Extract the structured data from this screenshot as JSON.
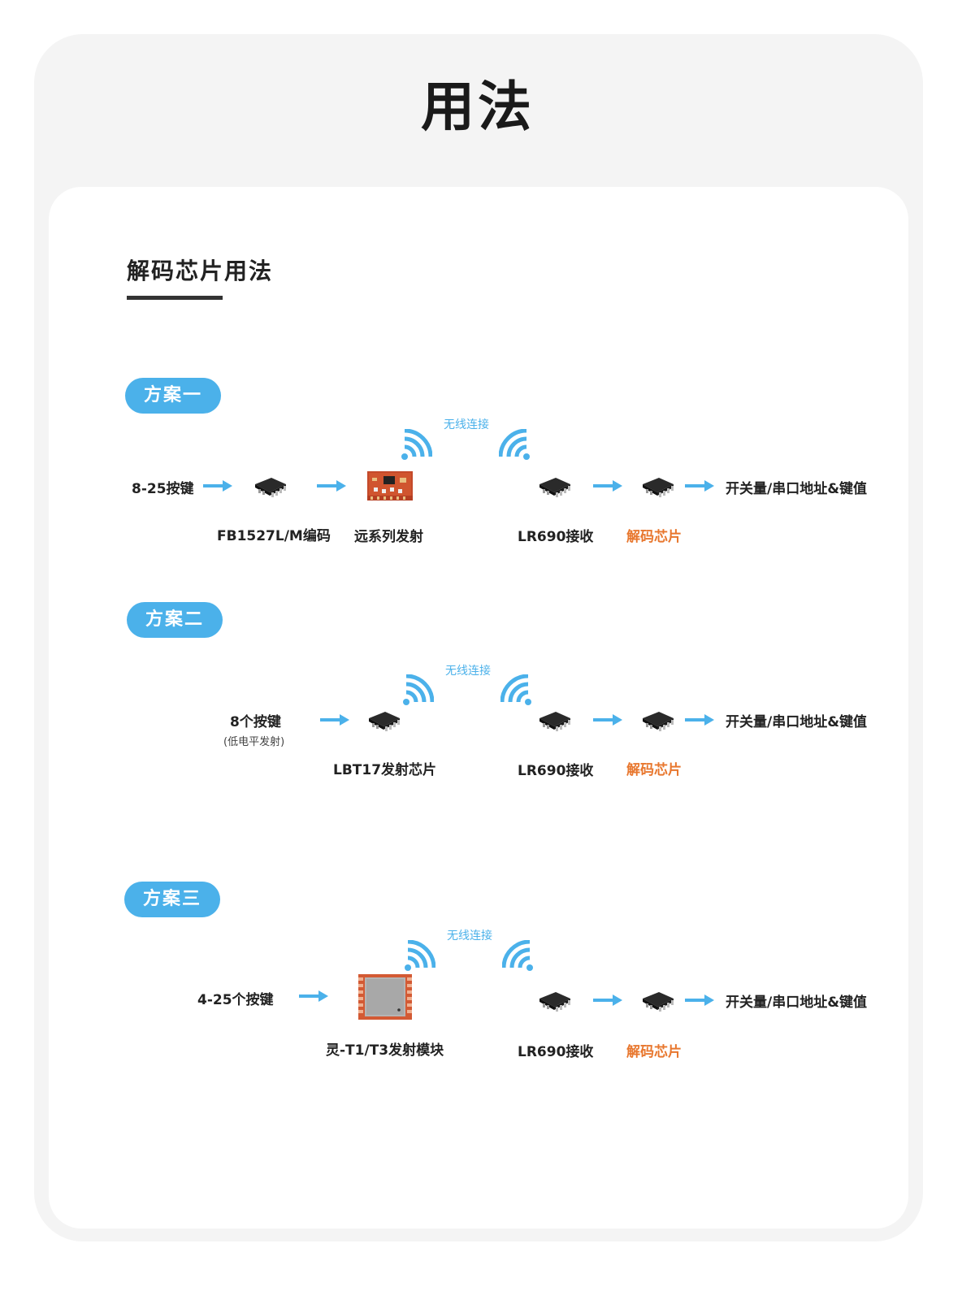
{
  "page_title": "用法",
  "section": {
    "title": "解码芯片用法"
  },
  "common": {
    "wireless_label": "无线连接",
    "receiver_label": "LR690接收",
    "decoder_label": "解码芯片",
    "output_label": "开关量/串口地址&键值"
  },
  "schemes": [
    {
      "name": "方案一",
      "input_label": "8-25按键",
      "encoder_label": "FB1527L/M编码",
      "transmitter_label": "远系列发射"
    },
    {
      "name": "方案二",
      "input_label": "8个按键",
      "input_note": "(低电平发射)",
      "transmitter_label": "LBT17发射芯片"
    },
    {
      "name": "方案三",
      "input_label": "4-25个按键",
      "transmitter_label": "灵-T1/T3发射模块"
    }
  ],
  "colors": {
    "accent_blue": "#4bb1ea",
    "decoder_orange": "#e8772e",
    "chip_black": "#2a2a2a",
    "module_red": "#c4492a",
    "background_gray": "#f4f4f4"
  },
  "icons": [
    "arrow-right-icon",
    "ic-chip-icon",
    "wifi-signal-icon",
    "rf-module-icon"
  ]
}
